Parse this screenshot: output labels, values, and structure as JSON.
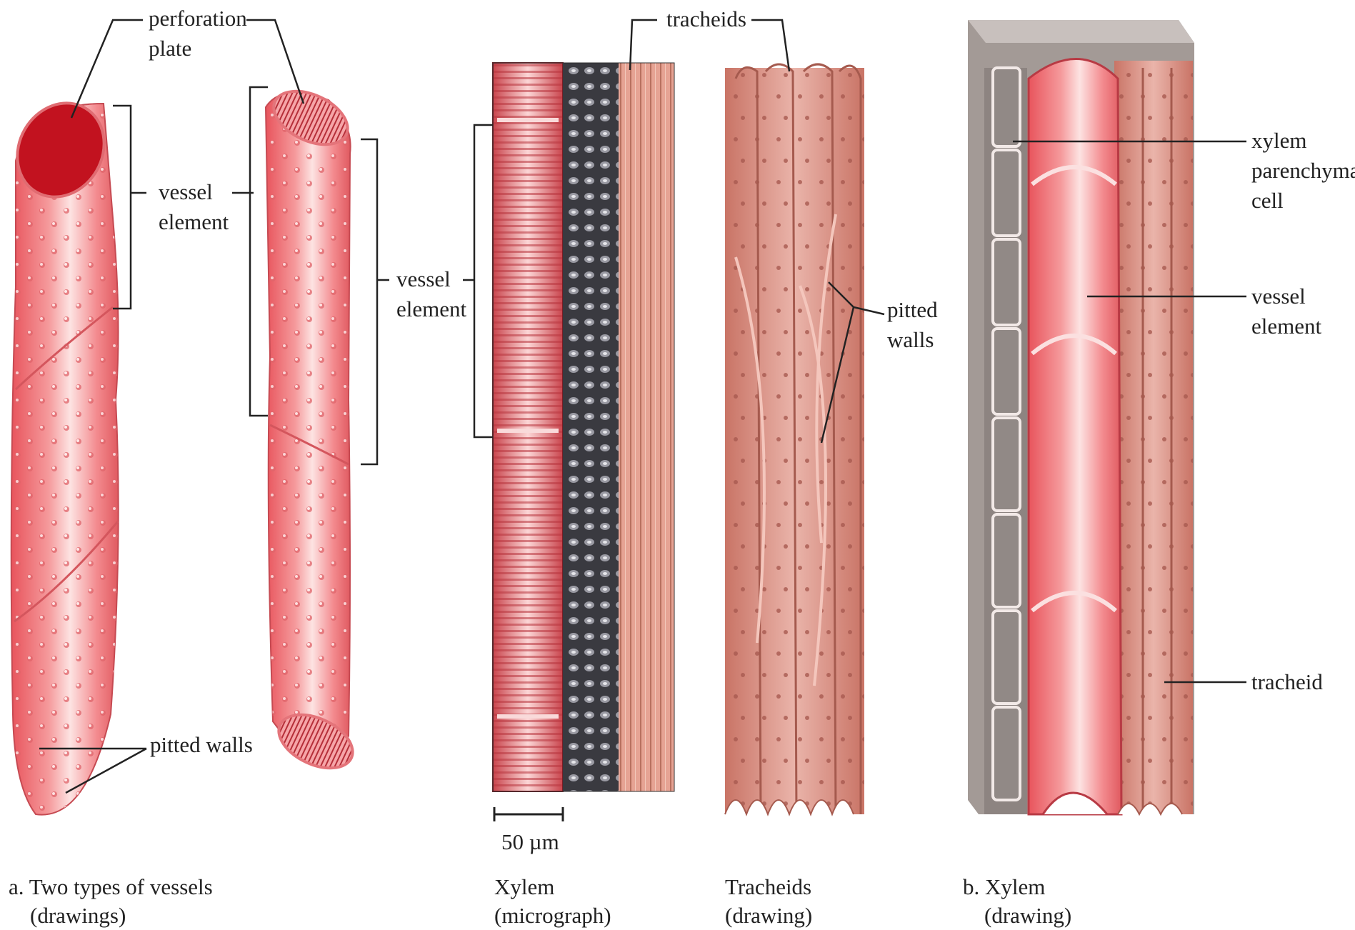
{
  "labels": {
    "perforation_plate": [
      "perforation",
      "plate"
    ],
    "vessel_element_a": [
      "vessel",
      "element"
    ],
    "vessel_element_b": [
      "vessel",
      "element"
    ],
    "pitted_walls_a": "pitted walls",
    "tracheids_top": "tracheids",
    "pitted_walls_b": [
      "pitted",
      "walls"
    ],
    "xylem_parenchyma_cell": [
      "xylem",
      "parenchyma",
      "cell"
    ],
    "vessel_element_c": [
      "vessel",
      "element"
    ],
    "tracheid": "tracheid",
    "scale_bar": "50 µm"
  },
  "captions": {
    "a": [
      "a. Two types of vessels",
      "(drawings)"
    ],
    "micrograph": [
      "Xylem",
      "(micrograph)"
    ],
    "tracheids": [
      "Tracheids",
      "(drawing)"
    ],
    "b": [
      "b. Xylem",
      "(drawing)"
    ]
  },
  "colors": {
    "vessel_pink": "#f07a80",
    "vessel_light": "#fbd0d0",
    "tracheid_tan": "#d98c82",
    "parenchyma_gray": "#9a918e",
    "micrograph_dark": "#2b2b30",
    "leader_line": "#222222"
  }
}
